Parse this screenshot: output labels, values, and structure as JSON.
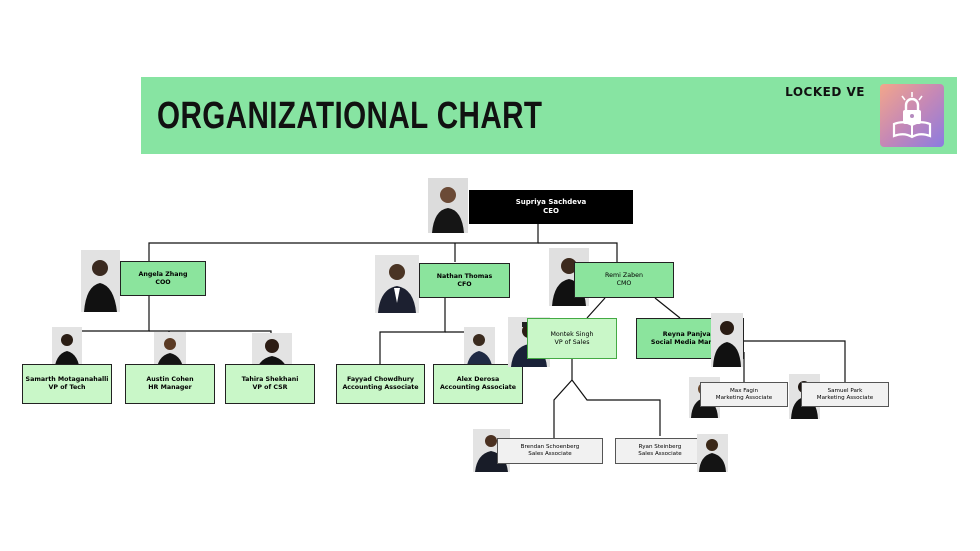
{
  "header": {
    "title": "ORGANIZATIONAL CHART",
    "brand": "LOCKED VE",
    "logo_icon": "lock-book-icon",
    "accent_color": "#87e4a2"
  },
  "people": {
    "ceo": {
      "name": "Supriya Sachdeva",
      "role": "CEO"
    },
    "coo": {
      "name": "Angela Zhang",
      "role": "COO"
    },
    "cfo": {
      "name": "Nathan Thomas",
      "role": "CFO"
    },
    "cmo": {
      "name": "Remi Zaben",
      "role": "CMO"
    },
    "vp_tech": {
      "name": "Samarth Motaganahalli",
      "role": "VP of Tech"
    },
    "hr": {
      "name": "Austin Cohen",
      "role": "HR Manager"
    },
    "vp_csr": {
      "name": "Tahira Shekhani",
      "role": "VP of CSR"
    },
    "acct1": {
      "name": "Fayyad Chowdhury",
      "role": "Accounting Associate"
    },
    "acct2": {
      "name": "Alex Derosa",
      "role": "Accounting Associate"
    },
    "vp_sales": {
      "name": "Montek Singh",
      "role": "VP of Sales"
    },
    "social": {
      "name": "Reyna Panjvani",
      "role": "Social Media Manager"
    },
    "mkt1": {
      "name": "Max Fagin",
      "role": "Marketing Associate"
    },
    "mkt2": {
      "name": "Samuel Park",
      "role": "Marketing Associate"
    },
    "sales1": {
      "name": "Brendan Schoenberg",
      "role": "Sales Associate"
    },
    "sales2": {
      "name": "Ryan Steinberg",
      "role": "Sales Associate"
    }
  }
}
